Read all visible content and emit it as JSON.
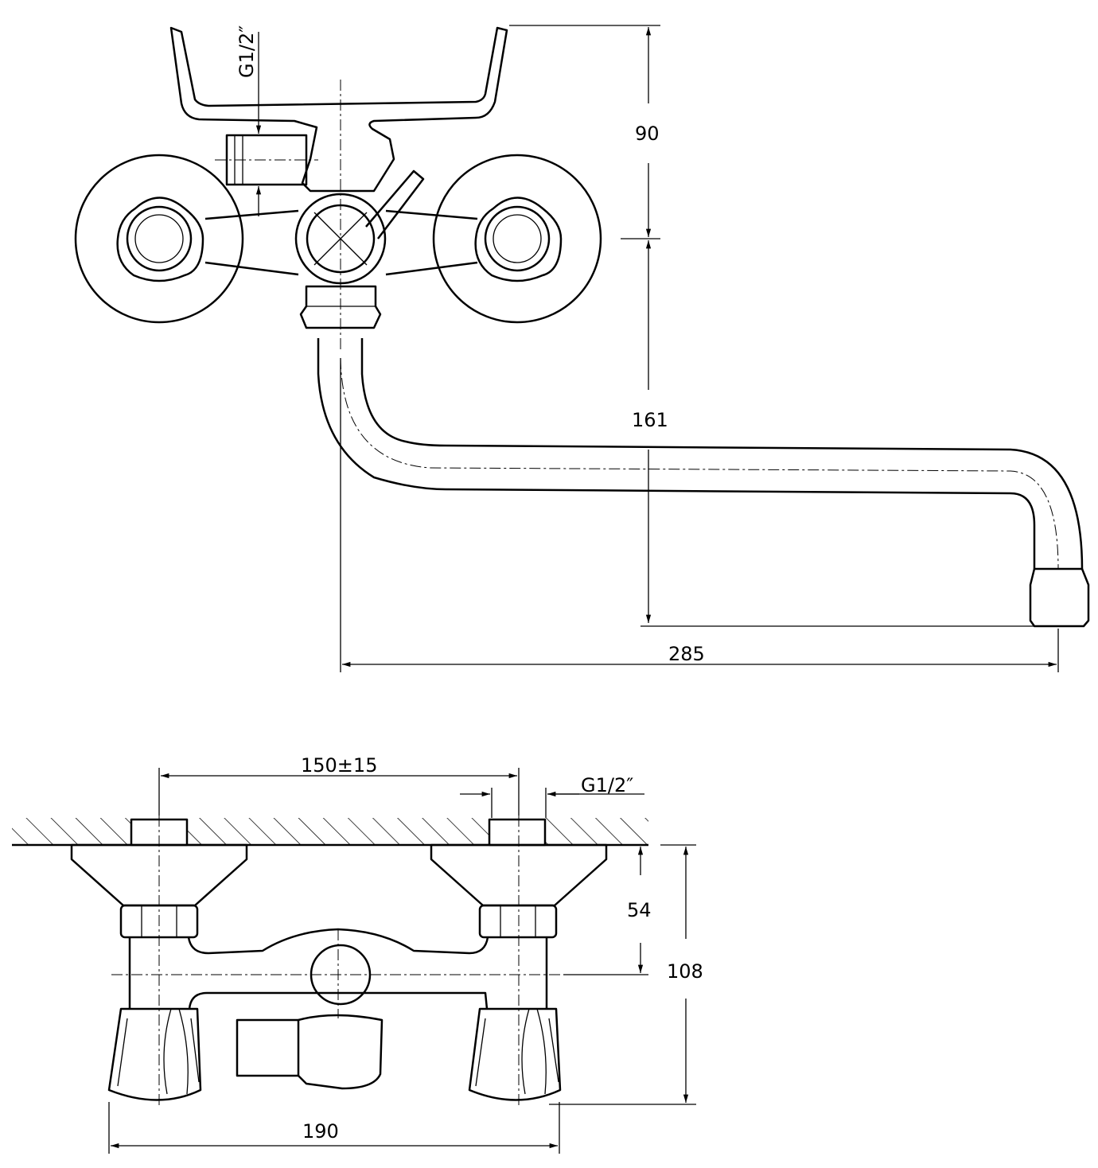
{
  "drawing": {
    "top_view": {
      "thread_label": "G1/2″",
      "dim_handle_height": "90",
      "dim_spout_height": "161",
      "dim_spout_length": "285"
    },
    "front_view": {
      "dim_center_distance": "150±15",
      "thread_label": "G1/2″",
      "dim_wall_to_axis": "54",
      "dim_total_depth": "108",
      "dim_total_width": "190"
    }
  }
}
